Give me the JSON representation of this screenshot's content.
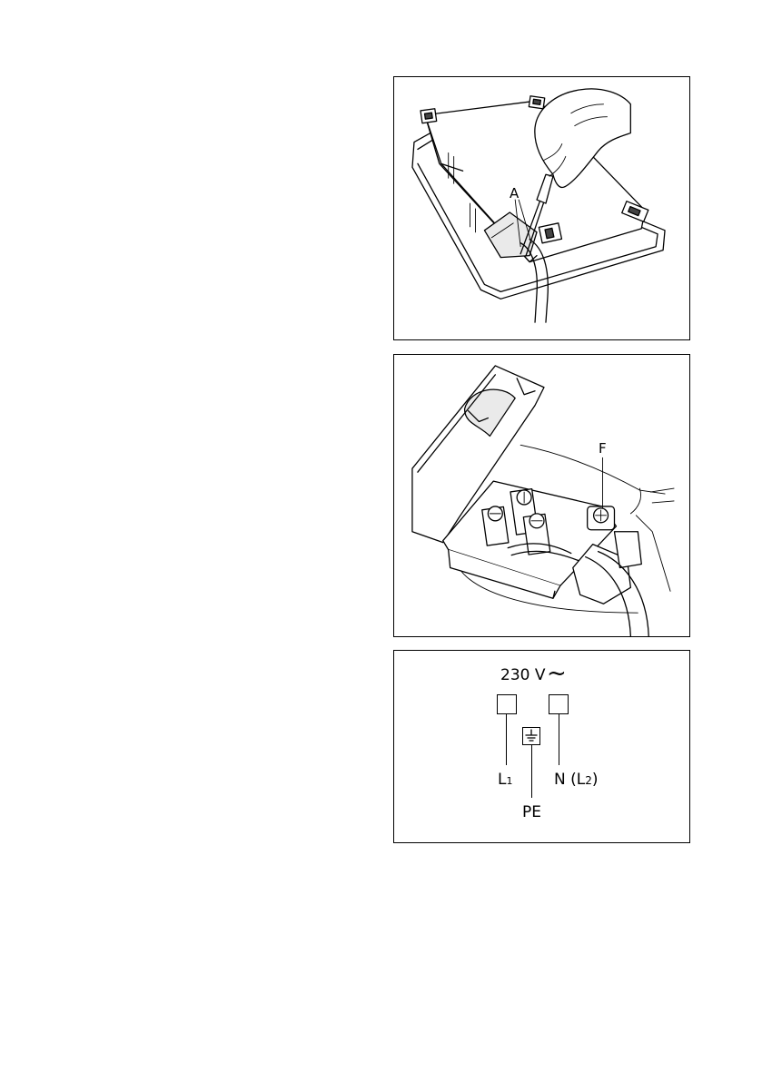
{
  "figure_1": {
    "label_a": "A"
  },
  "figure_2": {
    "label_f": "F"
  },
  "figure_3": {
    "voltage": "230 V",
    "ac_symbol": "~",
    "terminal_l1": "L",
    "terminal_l1_sub": "1",
    "terminal_n": "N (L",
    "terminal_n_sub": "2",
    "terminal_n_end": ")",
    "terminal_pe": "PE"
  }
}
